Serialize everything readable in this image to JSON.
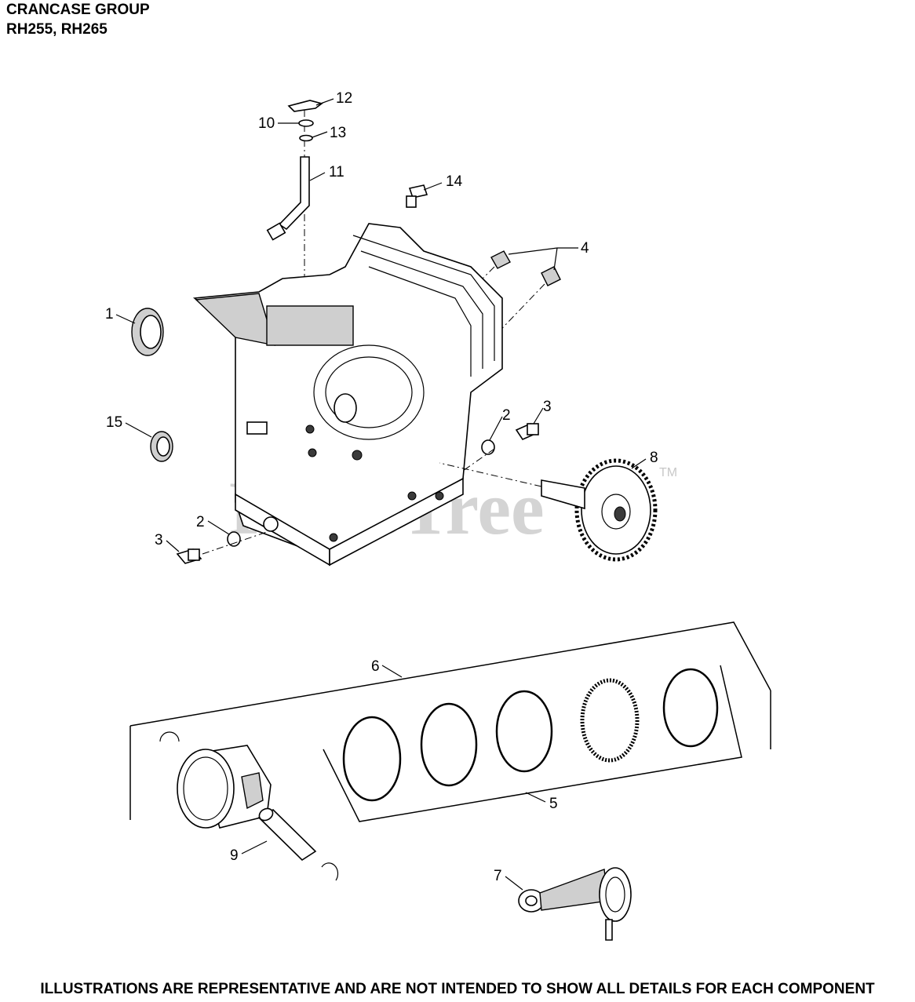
{
  "header": {
    "title_line1": "CRANCASE GROUP",
    "title_line2": "RH255, RH265"
  },
  "watermark": {
    "text": "PartsTree",
    "tm": "TM"
  },
  "callouts": {
    "c1": "1",
    "c2a": "2",
    "c2b": "2",
    "c3a": "3",
    "c3b": "3",
    "c4": "4",
    "c5": "5",
    "c6": "6",
    "c7": "7",
    "c8": "8",
    "c9": "9",
    "c10": "10",
    "c11": "11",
    "c12": "12",
    "c13": "13",
    "c14": "14",
    "c15": "15"
  },
  "footer": {
    "disclaimer": "ILLUSTRATIONS ARE REPRESENTATIVE AND ARE NOT INTENDED TO SHOW ALL DETAILS FOR EACH COMPONENT"
  }
}
